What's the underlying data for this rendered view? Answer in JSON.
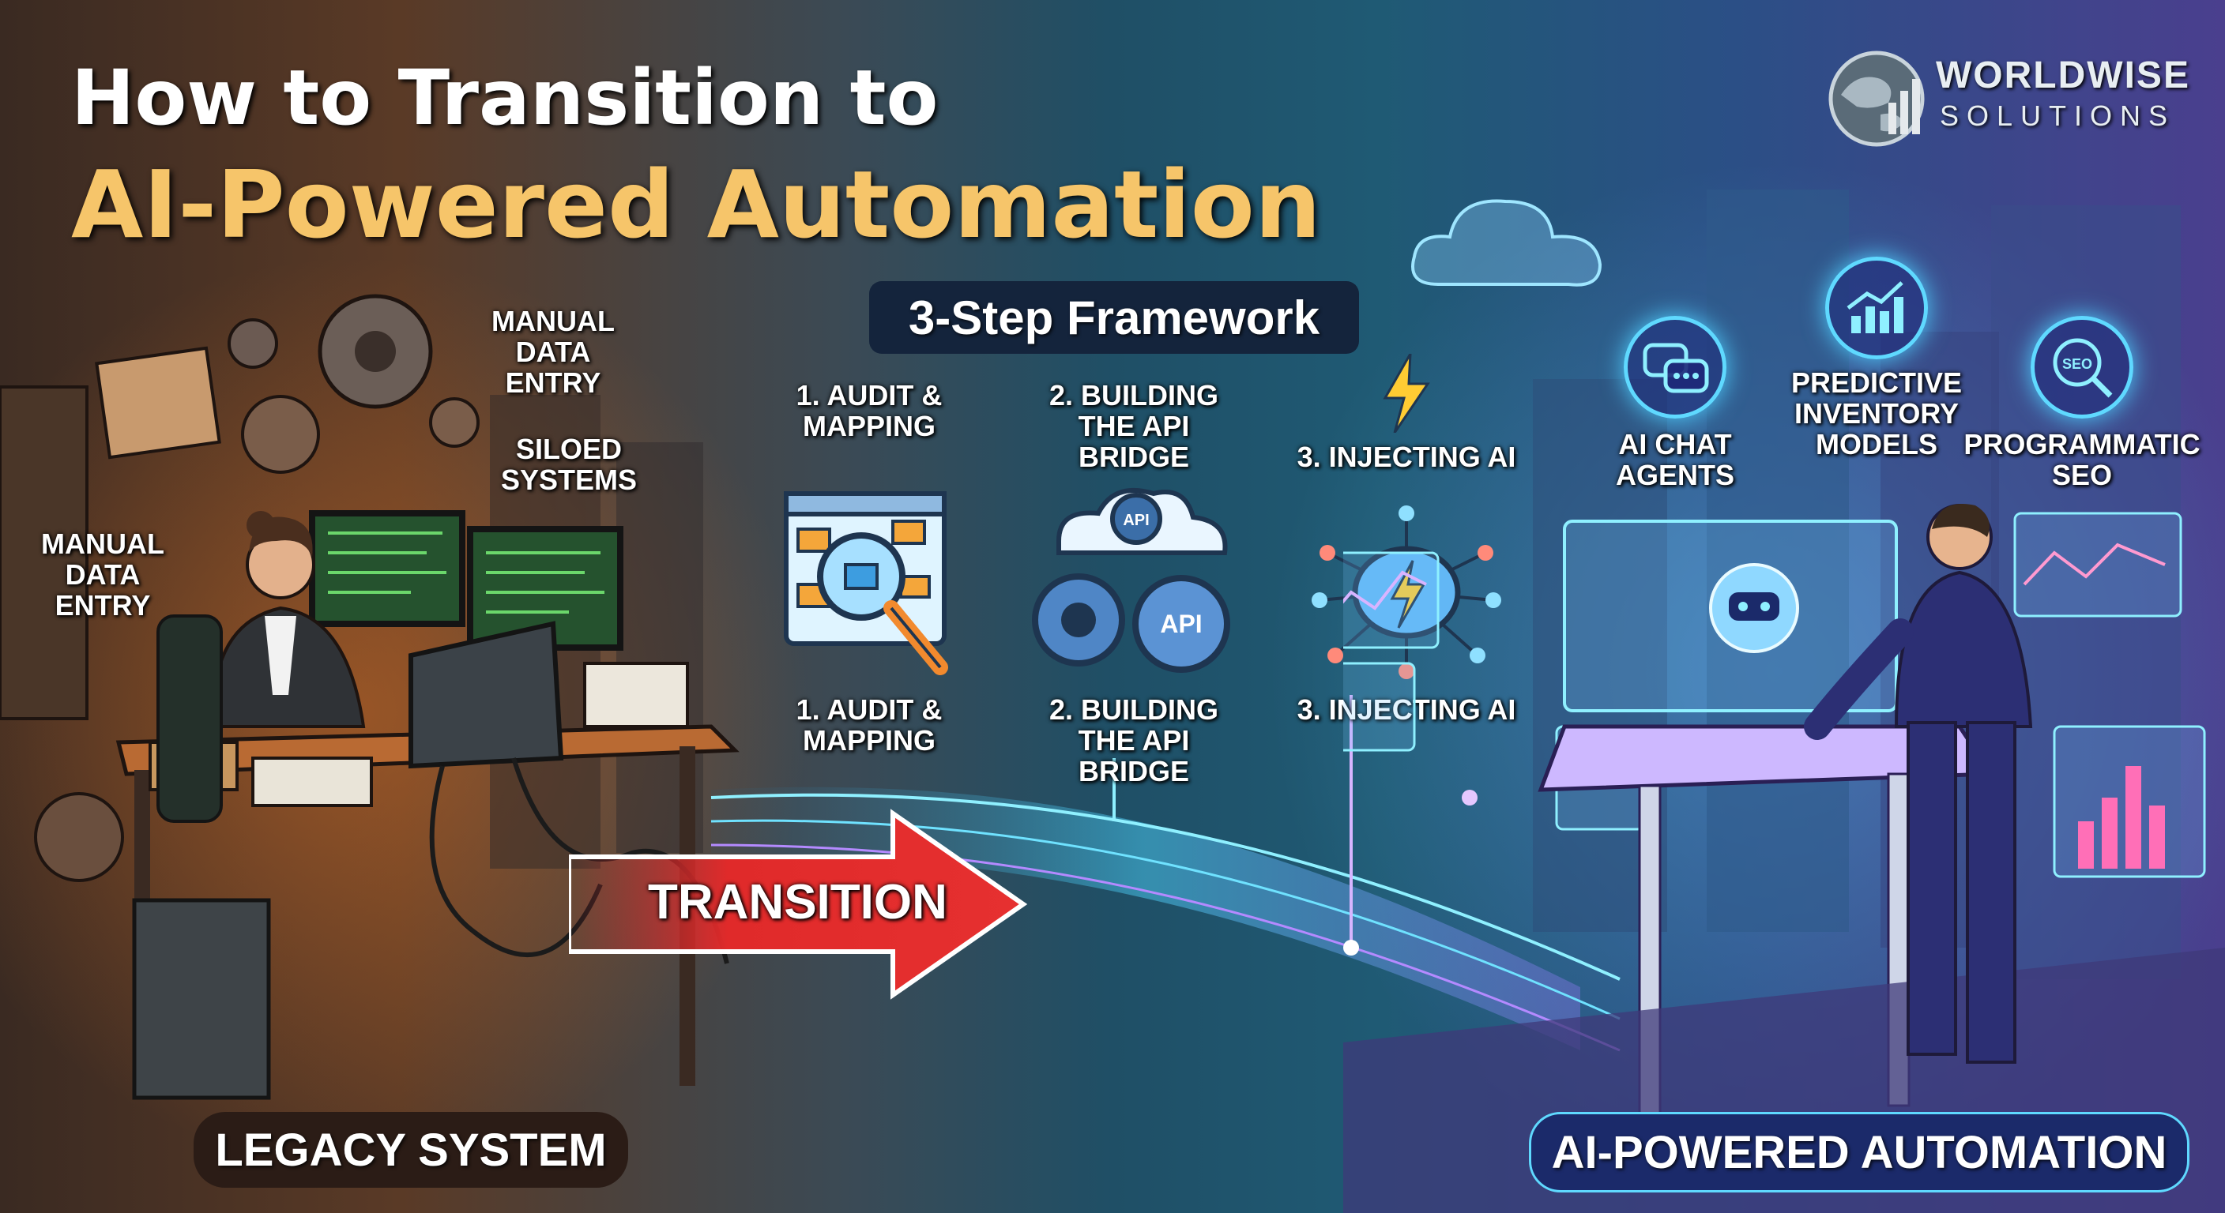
{
  "title": {
    "line1": "How to Transition to",
    "line2": "AI-Powered Automation"
  },
  "logo": {
    "name": "WORLDWISE",
    "tagline": "SOLUTIONS",
    "icon": "globe-chart-icon"
  },
  "framework": {
    "heading": "3-Step Framework",
    "steps": [
      {
        "top_label": "1. AUDIT & MAPPING",
        "bottom_label": "1. AUDIT & MAPPING",
        "icon": "magnifier-flowchart-icon"
      },
      {
        "top_label": "2. BUILDING THE API BRIDGE",
        "bottom_label": "2. BUILDING THE API BRIDGE",
        "icon": "api-gears-icon"
      },
      {
        "top_label": "3. INJECTING AI",
        "bottom_label": "3. INJECTING AI",
        "icon": "ai-brain-icon"
      }
    ]
  },
  "legacy": {
    "labels": [
      "MANUAL DATA ENTRY",
      "SILOED SYSTEMS",
      "MANUAL DATA ENTRY"
    ],
    "badge": "LEGACY SYSTEM"
  },
  "transition": {
    "label": "TRANSITION"
  },
  "automation": {
    "features": [
      {
        "label": "AI CHAT AGENTS",
        "icon": "chat-bubbles-icon"
      },
      {
        "label": "PREDICTIVE INVENTORY MODELS",
        "icon": "growth-chart-icon"
      },
      {
        "label": "PROGRAMMATIC SEO",
        "icon": "seo-search-icon"
      }
    ],
    "badge": "AI-POWERED AUTOMATION"
  },
  "colors": {
    "title_white": "#ffffff",
    "title_accent": "#f6c56a",
    "arrow_red": "#e02a2a",
    "neon_cyan": "#5fd9ff",
    "legacy_badge_bg": "#2b1c16",
    "ai_badge_bg": "#1b2a6a"
  }
}
